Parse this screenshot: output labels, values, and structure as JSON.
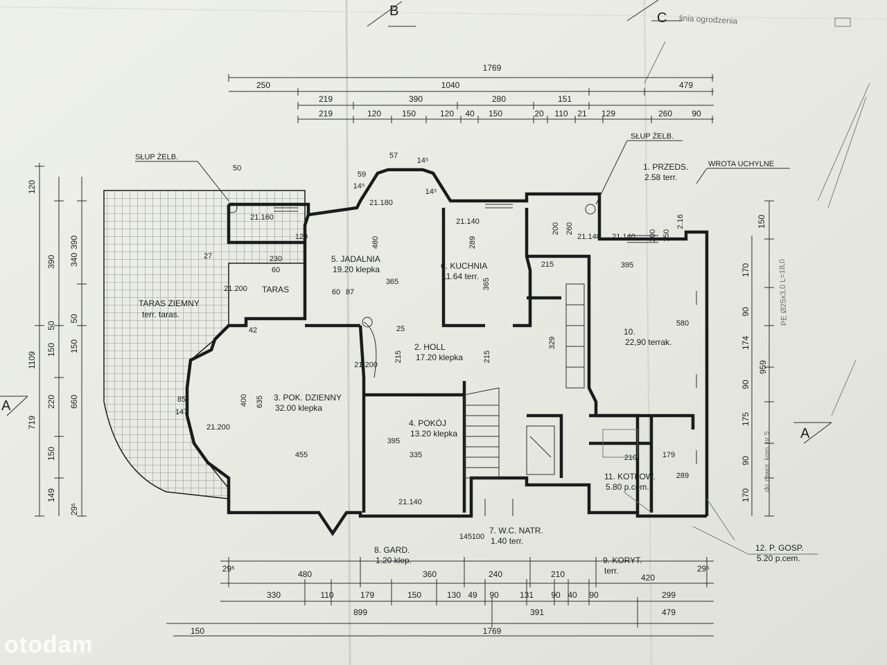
{
  "watermark": "otodam",
  "section_marks": {
    "a_left": "A",
    "a_right": "A",
    "b": "B",
    "c": "C"
  },
  "pencil_note_top": "linia ogrodzenia",
  "pencil_notes": [
    "PE Ø25x3,0 L=18,0",
    "do zawor. kom. nr 5"
  ],
  "labels": {
    "slup_left": "SŁUP ŻELB.",
    "slup_right": "SŁUP ŻELB.",
    "wrota": "WROTA UCHYLNE",
    "taras": "TARAS",
    "taras_ziemny_1": "TARAS ZIEMNY",
    "taras_ziemny_2": "terr. taras."
  },
  "rooms": [
    {
      "num": "1.",
      "name": "PRZEDS.",
      "area": "2.58",
      "floor": "terr."
    },
    {
      "num": "2.",
      "name": "HOLL",
      "area": "17.20",
      "floor": "klepka"
    },
    {
      "num": "3.",
      "name": "POK. DZIENNY",
      "area": "32.00",
      "floor": "klepka"
    },
    {
      "num": "4.",
      "name": "POKÓJ",
      "area": "13.20",
      "floor": "klepka"
    },
    {
      "num": "5.",
      "name": "JADALNIA",
      "area": "19.20",
      "floor": "klepka"
    },
    {
      "num": "6.",
      "name": "KUCHNIA",
      "area": "11.64",
      "floor": "terr."
    },
    {
      "num": "7.",
      "name": "W.C. NATR.",
      "area": "1.40",
      "floor": "terr."
    },
    {
      "num": "8.",
      "name": "GARD.",
      "area": "1.20",
      "floor": "klep."
    },
    {
      "num": "9.",
      "name": "KORYT.",
      "area": "",
      "floor": "terr."
    },
    {
      "num": "10.",
      "name": "",
      "area": "22,90",
      "floor": "terrak."
    },
    {
      "num": "11.",
      "name": "KOTŁOW.",
      "area": "5.80",
      "floor": "p.cem."
    },
    {
      "num": "12.",
      "name": "P. GOSP.",
      "area": "5.20",
      "floor": "p.cem."
    }
  ],
  "dimensions": {
    "top_total": "1769",
    "top_row1": [
      "250",
      "1040",
      "479"
    ],
    "top_row2": [
      "219",
      "390",
      "280",
      "151"
    ],
    "top_row3": [
      "219",
      "120",
      "150",
      "120",
      "40",
      "150",
      "20",
      "110",
      "21",
      "129",
      "260",
      "90"
    ],
    "bottom_row1": [
      "29⁵",
      "480",
      "360",
      "240",
      "210",
      "420",
      "29⁵"
    ],
    "bottom_row2": [
      "330",
      "110",
      "179",
      "150",
      "130",
      "49",
      "90",
      "131",
      "90",
      "40",
      "90",
      "299"
    ],
    "bottom_row3": [
      "899",
      "391",
      "479"
    ],
    "bottom_total": [
      "150",
      "1769"
    ],
    "left_outer": [
      "120",
      "1109",
      "719"
    ],
    "left_mid": [
      "390",
      "50",
      "150",
      "220",
      "150",
      "149"
    ],
    "left_inner": [
      "390",
      "340",
      "50",
      "150",
      "660",
      "29⁵"
    ],
    "right_outer": [
      "150",
      "170",
      "90",
      "174",
      "90",
      "175",
      "90",
      "170"
    ],
    "right_total": "959",
    "interior": [
      "21.180",
      "57",
      "14⁵",
      "14⁵",
      "59",
      "14⁵",
      "21.160",
      "21.140",
      "21.140",
      "21.140",
      "21.140",
      "21.200",
      "21.200",
      "21.200",
      "50",
      "455",
      "335",
      "395",
      "365",
      "365",
      "215",
      "215",
      "635",
      "400",
      "480",
      "289",
      "329",
      "580",
      "395",
      "215",
      "210",
      "179",
      "289",
      "25",
      "42",
      "120",
      "230",
      "60",
      "60",
      "87",
      "85",
      "147",
      "145",
      "100",
      "200",
      "260",
      "200",
      "150",
      "2.16",
      "27"
    ]
  }
}
